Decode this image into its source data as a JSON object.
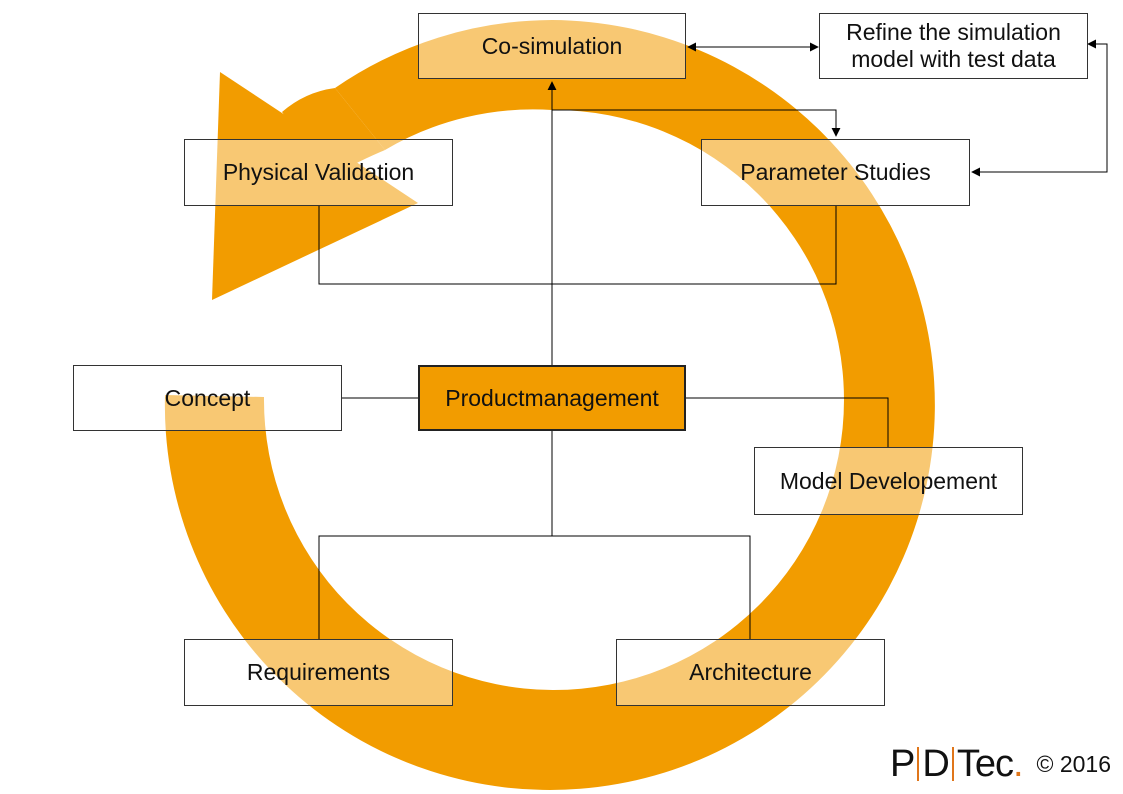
{
  "nodes": {
    "cosimulation": "Co-simulation",
    "refine_line1": "Refine the simulation",
    "refine_line2": "model with test data",
    "physical_validation": "Physical Validation",
    "parameter_studies": "Parameter Studies",
    "concept": "Concept",
    "productmanagement": "Productmanagement",
    "model_development": "Model Developement",
    "requirements": "Requirements",
    "architecture": "Architecture"
  },
  "footer": {
    "logo_p": "P",
    "logo_d": "D",
    "logo_tec": "Tec",
    "logo_dot": ".",
    "copyright": "© 2016"
  },
  "colors": {
    "cycle_orange": "#f29c00",
    "center_fill": "#f29c00",
    "logo_accent": "#e0761a"
  }
}
